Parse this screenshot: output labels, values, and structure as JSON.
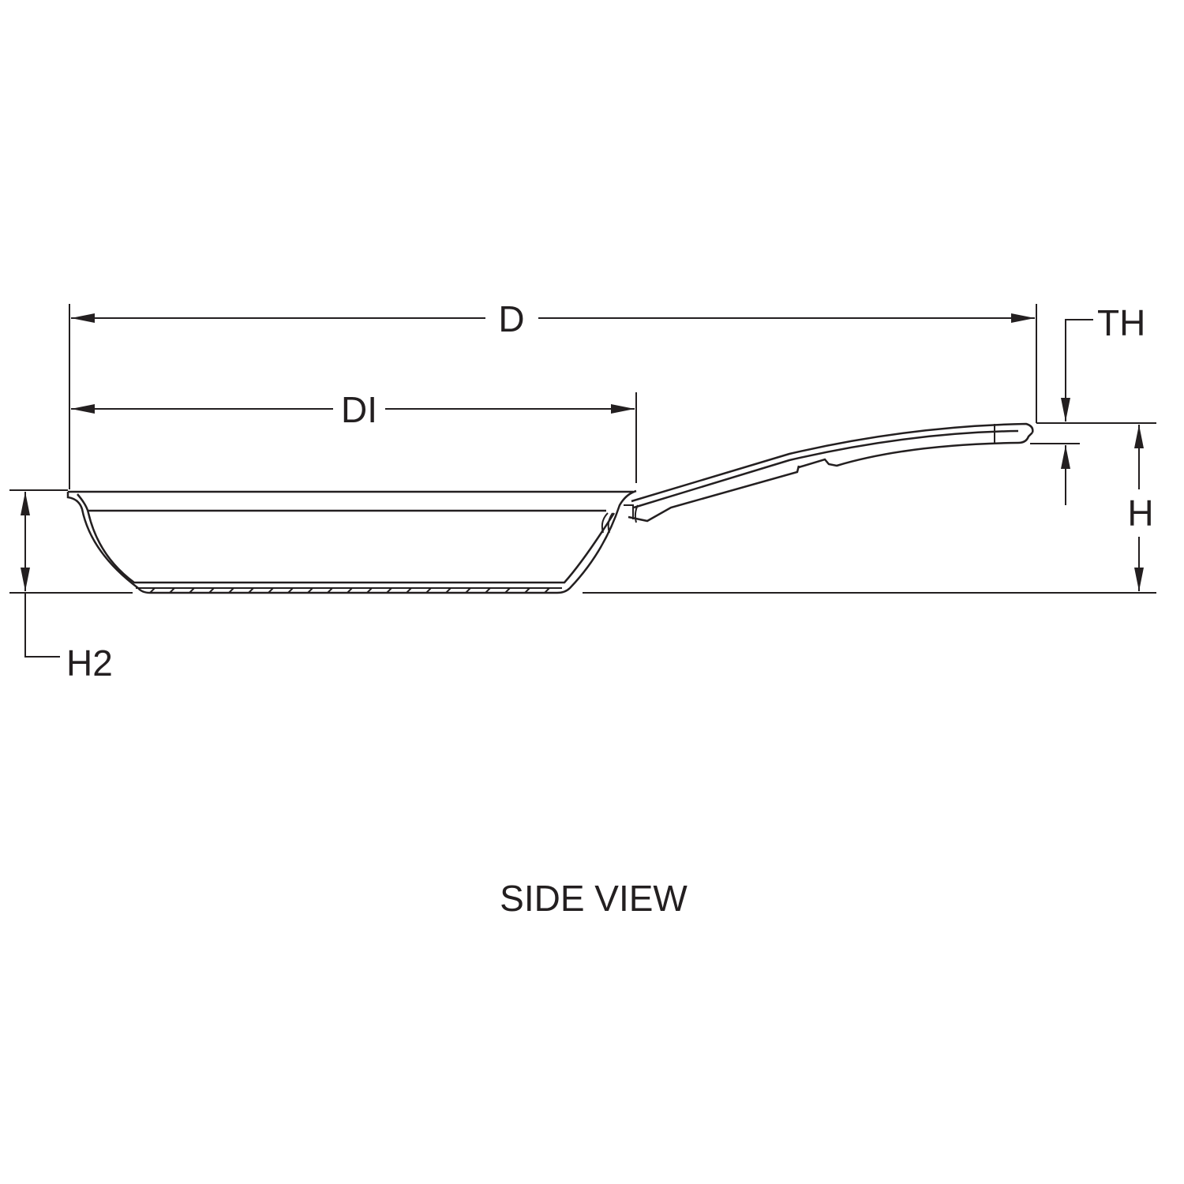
{
  "title": "SIDE VIEW",
  "dimensions": {
    "d": "D",
    "di": "DI",
    "th": "TH",
    "h": "H",
    "h2": "H2"
  },
  "colors": {
    "ink": "#231f20",
    "background": "#ffffff"
  }
}
